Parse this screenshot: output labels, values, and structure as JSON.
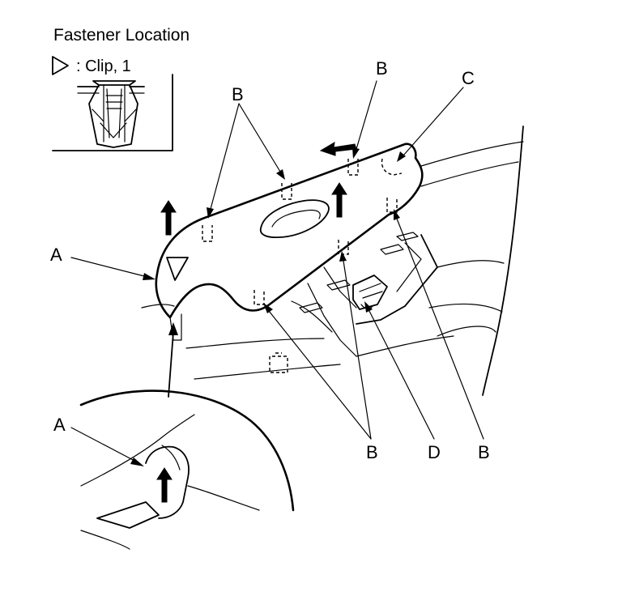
{
  "diagram": {
    "title": "Fastener Location",
    "legend": {
      "symbol_icon": "triangle-outline-icon",
      "text": ": Clip, 1"
    },
    "callouts": {
      "a_upper": "A",
      "a_lower": "A",
      "b_upper_left": "B",
      "b_upper_right": "B",
      "c": "C",
      "b_bottom_mid": "B",
      "d": "D",
      "b_bottom_right": "B"
    },
    "colors": {
      "ink": "#000000",
      "paper": "#ffffff"
    }
  }
}
